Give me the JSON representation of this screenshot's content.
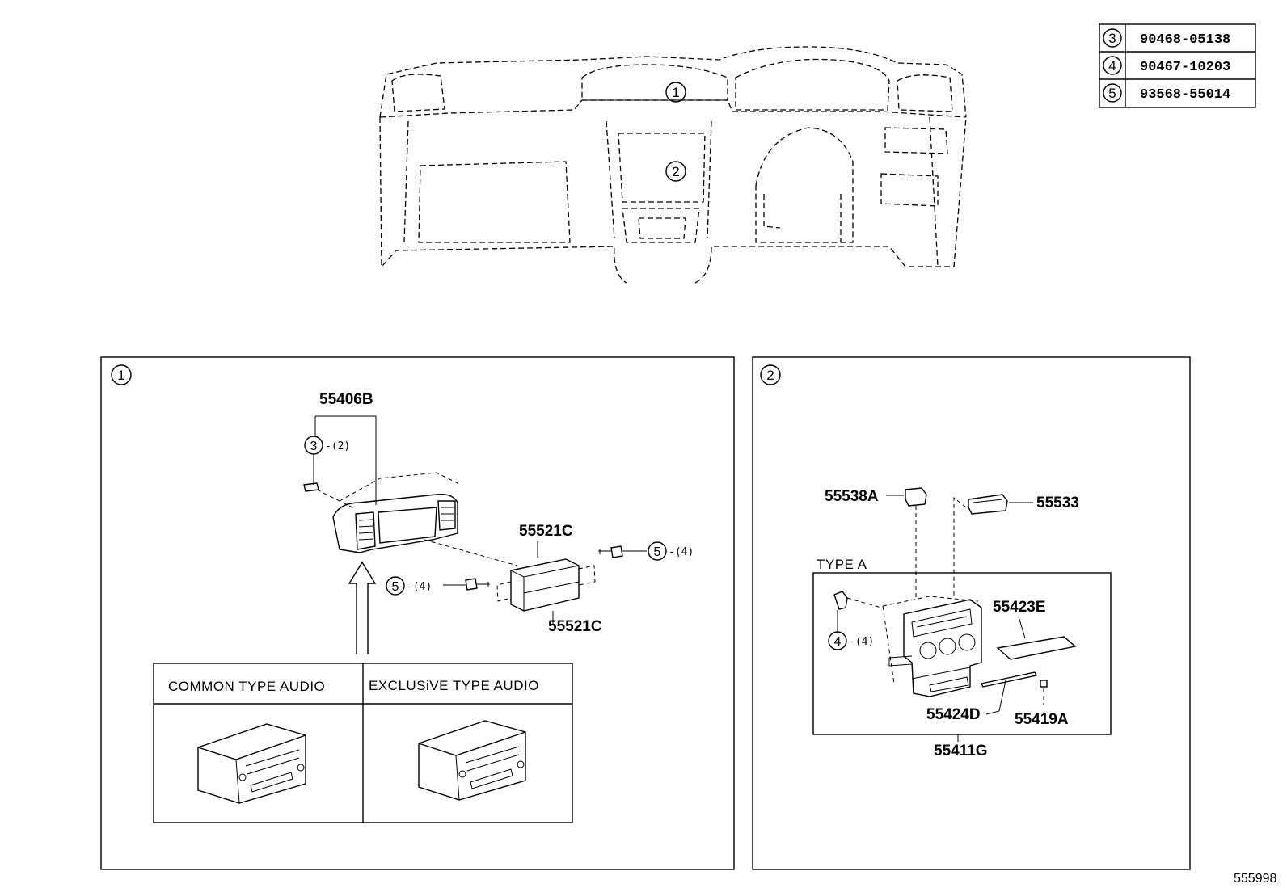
{
  "legend": {
    "rows": [
      {
        "key": "3",
        "part": "90468-05138"
      },
      {
        "key": "4",
        "part": "90467-10203"
      },
      {
        "key": "5",
        "part": "93568-55014"
      }
    ]
  },
  "overview": {
    "marker_1": "1",
    "marker_2": "2"
  },
  "panel1": {
    "marker": "1",
    "parts": {
      "cluster_finish_panel": "55406B",
      "bracket_upper": "55521C",
      "bracket_lower": "55521C"
    },
    "callouts": {
      "clip": {
        "key": "3",
        "qty": "-(2)"
      },
      "screw_right": {
        "key": "5",
        "qty": "-(4)"
      },
      "screw_left": {
        "key": "5",
        "qty": "-(4)"
      }
    },
    "audio_table": {
      "col1": "COMMON TYPE AUDIO",
      "col2": "EXCLUSiVE TYPE AUDIO"
    }
  },
  "panel2": {
    "marker": "2",
    "parts": {
      "switch_left": "55538A",
      "switch_right": "55533",
      "pad": "55423E",
      "garnish": "55424D",
      "clip_small": "55419A",
      "center_panel": "55411G"
    },
    "type_label": "TYPE A",
    "callouts": {
      "clip": {
        "key": "4",
        "qty": "-(4)"
      }
    }
  },
  "illustration_id": "555998"
}
